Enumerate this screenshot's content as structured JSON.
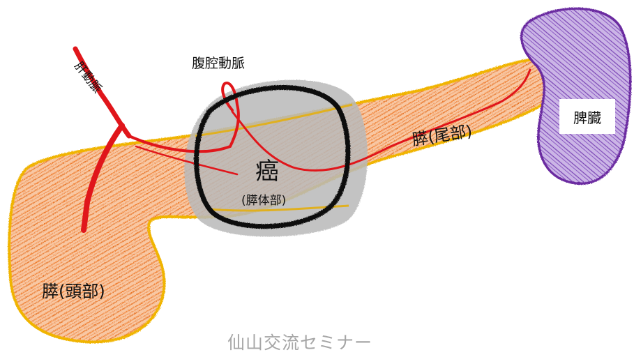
{
  "labels": {
    "hepatic_artery": "肝動脈",
    "celiac_artery": "腹腔動脈",
    "cancer": "癌",
    "pancreas_body": "(膵体部)",
    "pancreas_tail": "膵(尾部)",
    "spleen": "脾臓",
    "pancreas_head": "膵(頭部)"
  },
  "footer": {
    "text": "仙山交流セミナー"
  },
  "colors": {
    "pancreas_outline": "#f0b400",
    "pancreas_fill": "#ef8a3a",
    "tumor_zone": "#b8b8b8",
    "tumor_outline": "#111111",
    "artery": "#e0161b",
    "spleen_outline": "#6a2aa0",
    "spleen_fill": "#7d4cb8"
  }
}
